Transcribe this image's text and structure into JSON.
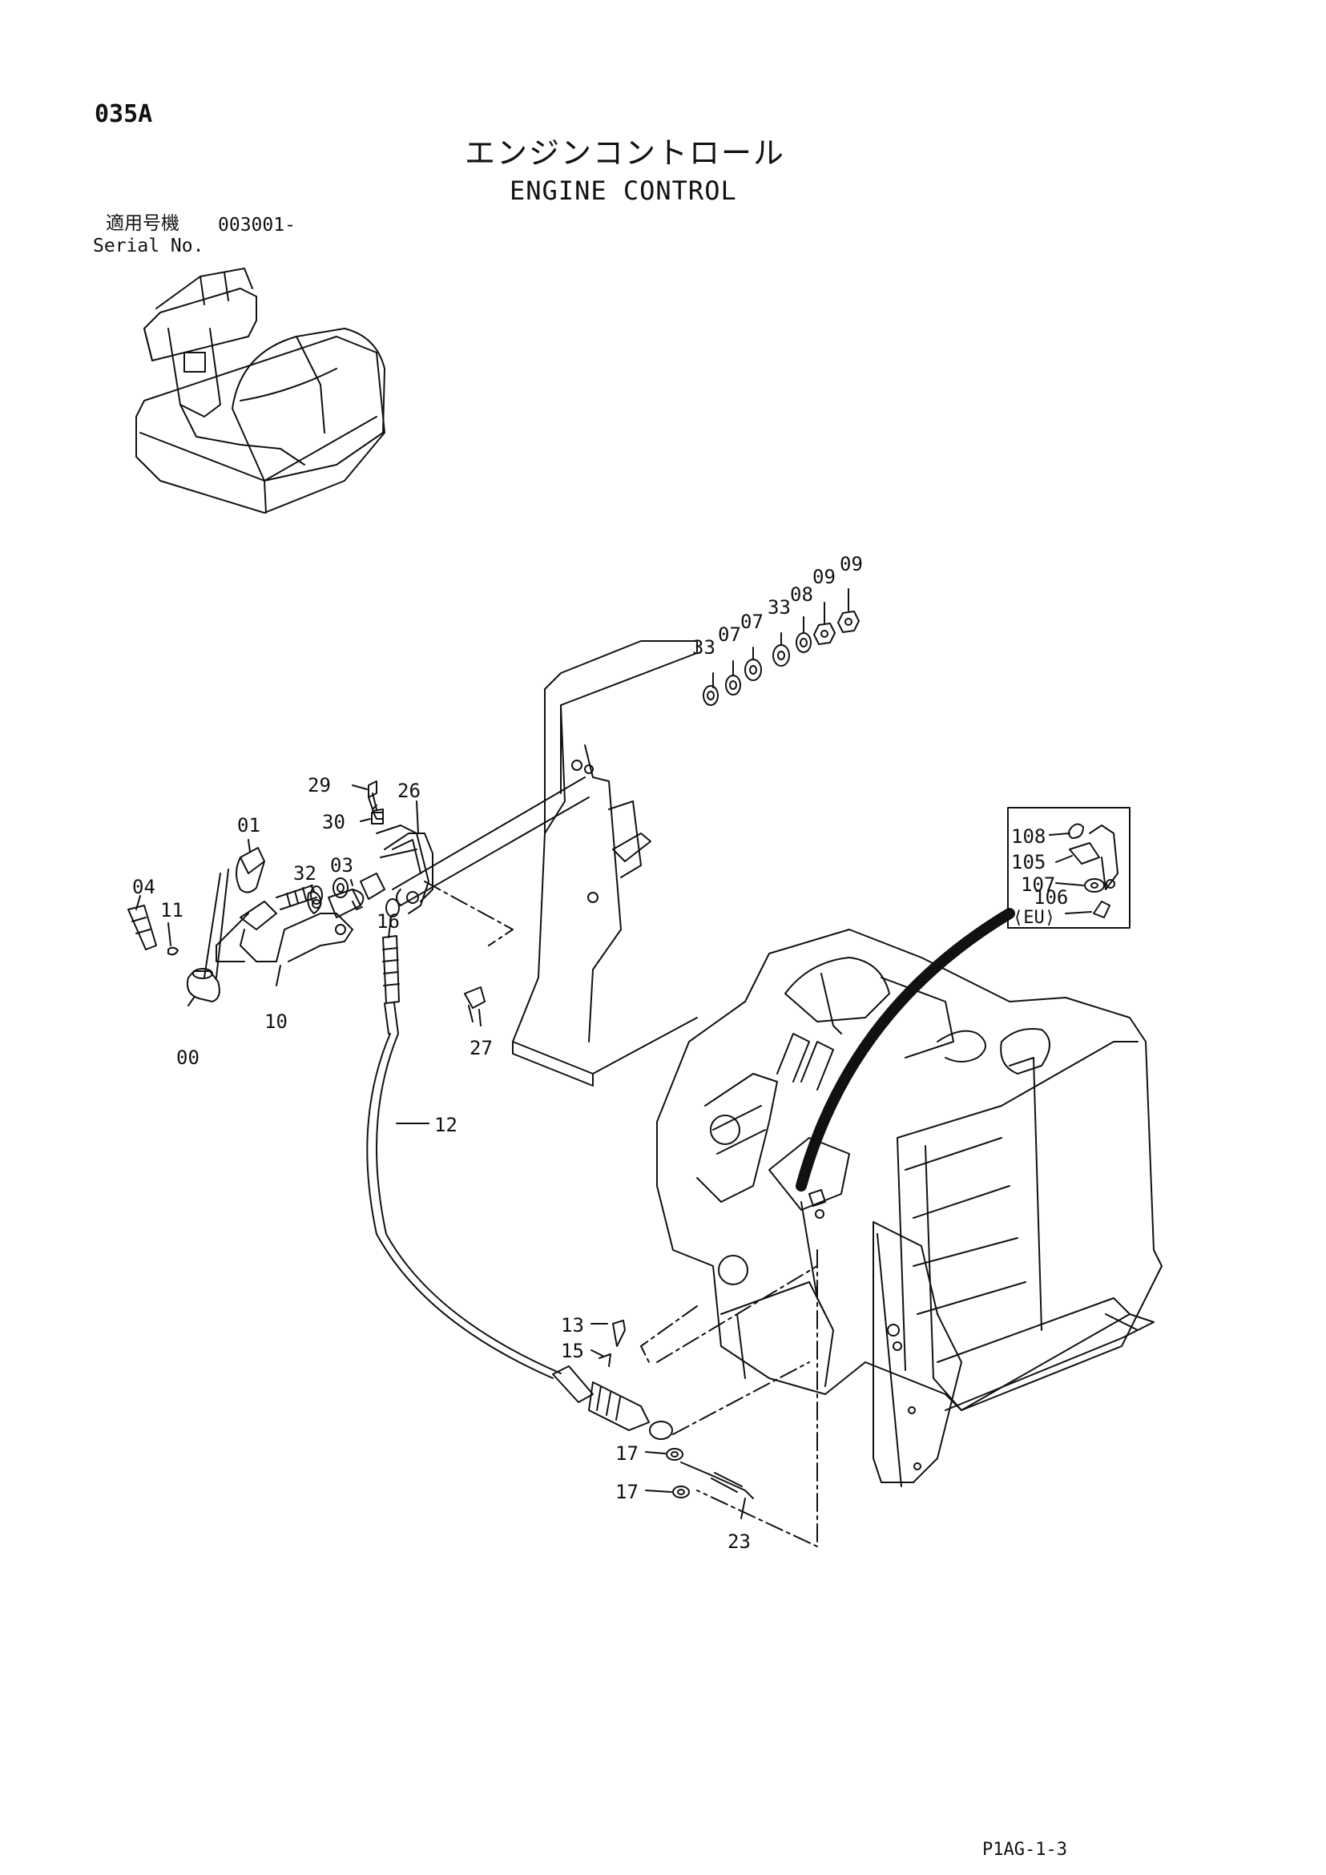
{
  "header": {
    "page_code": "035A",
    "title_jp": "エンジンコントロール",
    "title_en": "ENGINE CONTROL",
    "serial_label_jp": "適用号機",
    "serial_value": "003001-",
    "serial_label_en": "Serial No."
  },
  "footer": {
    "reference": "P1AG-1-3"
  },
  "inset": {
    "region_label": "⟨EU⟩"
  },
  "parts": {
    "p00": "00",
    "p01": "01",
    "p03": "03",
    "p04": "04",
    "p07a": "07",
    "p07b": "07",
    "p08": "08",
    "p09a": "09",
    "p09b": "09",
    "p10": "10",
    "p11": "11",
    "p12": "12",
    "p13": "13",
    "p15": "15",
    "p16": "16",
    "p17a": "17",
    "p17b": "17",
    "p23": "23",
    "p26": "26",
    "p27": "27",
    "p29": "29",
    "p30": "30",
    "p32": "32",
    "p33a": "33",
    "p33b": "33",
    "p105": "105",
    "p106": "106",
    "p107": "107",
    "p108": "108"
  }
}
